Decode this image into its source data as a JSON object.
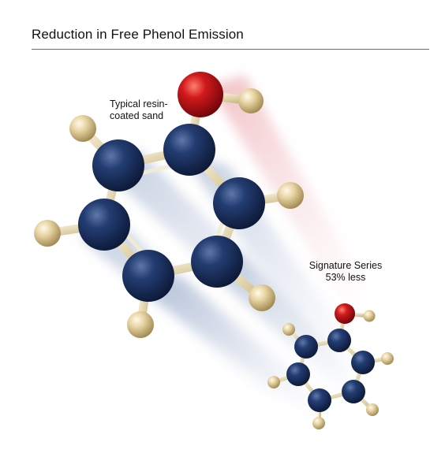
{
  "header": {
    "title": "Reduction in Free Phenol Emission"
  },
  "diagram": {
    "molecules": [
      {
        "id": "typical",
        "label_lines": [
          "Typical resin-",
          "coated sand"
        ]
      },
      {
        "id": "signature",
        "label_lines": [
          "Signature Series",
          "53% less"
        ]
      }
    ],
    "colors": {
      "carbon": "#1b2f5c",
      "oxygen": "#c4141a",
      "hydrogen": "#e3cf9a",
      "bond": "#e8dcb5",
      "trail_blue": "#9fb1cc",
      "trail_red": "#e9a3a8",
      "rule": "#6b6b6b"
    }
  }
}
